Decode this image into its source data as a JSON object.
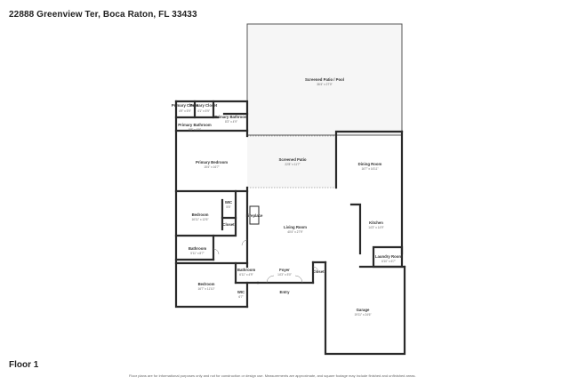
{
  "header": {
    "address": "22888 Greenview Ter, Boca Raton, FL 33433"
  },
  "footer": {
    "floor_label": "Floor 1",
    "disclaimer": "Floor plans are for informational purposes only and not for construction or design use. Measurements are approximate, and square footage may include finished and unfinished areas."
  },
  "rooms": {
    "screened_patio_pool": {
      "name": "Screened Patio / Pool",
      "dims": "36'4\" x 27'0\""
    },
    "primary_closet_1": {
      "name": "Primary Closet",
      "dims": "4'9\" x 5'9\""
    },
    "primary_closet_2": {
      "name": "Primary Closet",
      "dims": "4'1\" x 5'9\""
    },
    "primary_bathroom_1": {
      "name": "Primary Bathroom",
      "dims": "8'3\" x 4'9\""
    },
    "primary_bathroom_2": {
      "name": "Primary Bathroom",
      "dims": "9'8\" x 4'9\""
    },
    "primary_bedroom": {
      "name": "Primary Bedroom",
      "dims": "15'4\" x 16'7\""
    },
    "screened_patio": {
      "name": "Screened Patio",
      "dims": "22'8\" x 11'7\""
    },
    "dining_room": {
      "name": "Dining Room",
      "dims": "16'7\" x 16'11\""
    },
    "bedroom_1": {
      "name": "Bedroom",
      "dims": "16'11\" x 12'6\""
    },
    "wic": {
      "name": "WIC",
      "dims": "5'6\""
    },
    "closet_small": {
      "name": "Closet"
    },
    "fireplace": {
      "name": "Fireplace"
    },
    "living_room": {
      "name": "Living Room",
      "dims": "40'4\" x 27'9\""
    },
    "kitchen": {
      "name": "Kitchen",
      "dims": "14'3\" x 14'9\""
    },
    "bathroom_1": {
      "name": "Bathroom",
      "dims": "5'11\" x 8'7\""
    },
    "laundry_room": {
      "name": "Laundry Room",
      "dims": "6'10\" x 6'7\""
    },
    "bathroom_2": {
      "name": "Bathroom",
      "dims": "6'11\" x 4'9\""
    },
    "foyer": {
      "name": "Foyer",
      "dims": "14'3\" x 5'0\""
    },
    "closet_foyer": {
      "name": "Closet"
    },
    "bedroom_2": {
      "name": "Bedroom",
      "dims": "16'7\" x 11'10\""
    },
    "wic_2": {
      "name": "WIC",
      "dims": "6'7\""
    },
    "garage": {
      "name": "Garage",
      "dims": "19'11\" x 24'6\""
    },
    "entry": {
      "name": "Entry"
    }
  }
}
